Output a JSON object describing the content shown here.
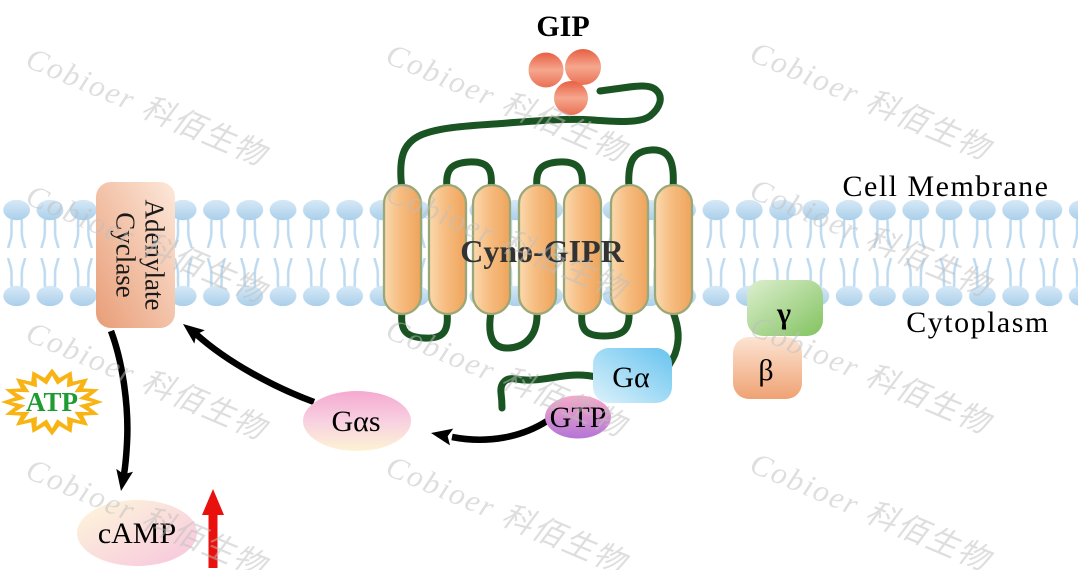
{
  "figure": {
    "description": "GIP / Cyno-GIPR receptor signaling pathway diagram",
    "ligand_label": "GIP",
    "receptor_label": "Cyno-GIPR",
    "membrane_label": "Cell Membrane",
    "cytoplasm_label": "Cytoplasm",
    "adenylate_cyclase": {
      "line1": "Adenylate",
      "line2": "Cyclase"
    },
    "atp_label": "ATP",
    "g_alpha_label": "Gα",
    "gtp_label": "GTP",
    "g_alpha_s_label": "Gαs",
    "gamma_label": "γ",
    "beta_label": "β",
    "camp_label": "cAMP"
  },
  "watermark": {
    "text": "Cobioer 科佰生物",
    "color": "#d9d9d9"
  },
  "colors": {
    "background": "#ffffff",
    "helix_fill": "#f6bc80",
    "helix_stroke": "#97a471",
    "loop_green": "#1b5423",
    "lipid_blue": "#b9d7ee",
    "gip_circle": "#ec7052",
    "adenylate_cyclase_fill": "#f2b796",
    "atp_star_gold": "#f7b414",
    "atp_text_green": "#1f9b33",
    "g_alpha_blue": "#7ecbf0",
    "gtp_purple": "#bb7dd7",
    "g_alpha_s_pink": "#f4aed2",
    "gamma_green": "#8cc96c",
    "beta_orange": "#f2a87e",
    "camp_pink": "#f8cce2",
    "arrow_black": "#000000",
    "arrow_red": "#e8110d"
  }
}
